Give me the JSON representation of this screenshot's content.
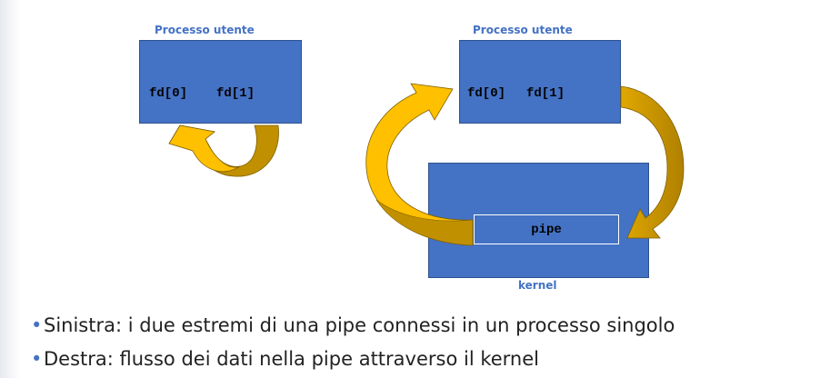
{
  "diagram": {
    "left": {
      "caption": "Processo utente",
      "fd0": "fd[0]",
      "fd1": "fd[1]"
    },
    "right": {
      "caption": "Processo utente",
      "fd0": "fd[0]",
      "fd1": "fd[1]"
    },
    "kernel": {
      "caption": "kernel",
      "pipe_label": "pipe"
    },
    "colors": {
      "box_fill": "#4472c4",
      "caption_text": "#4472c4",
      "arrow_fill": "#ffc000",
      "arrow_shade": "#c09000"
    }
  },
  "bullets": [
    "Sinistra: i due estremi di una pipe connessi in un processo singolo",
    "Destra: flusso dei dati nella pipe attraverso il kernel"
  ]
}
